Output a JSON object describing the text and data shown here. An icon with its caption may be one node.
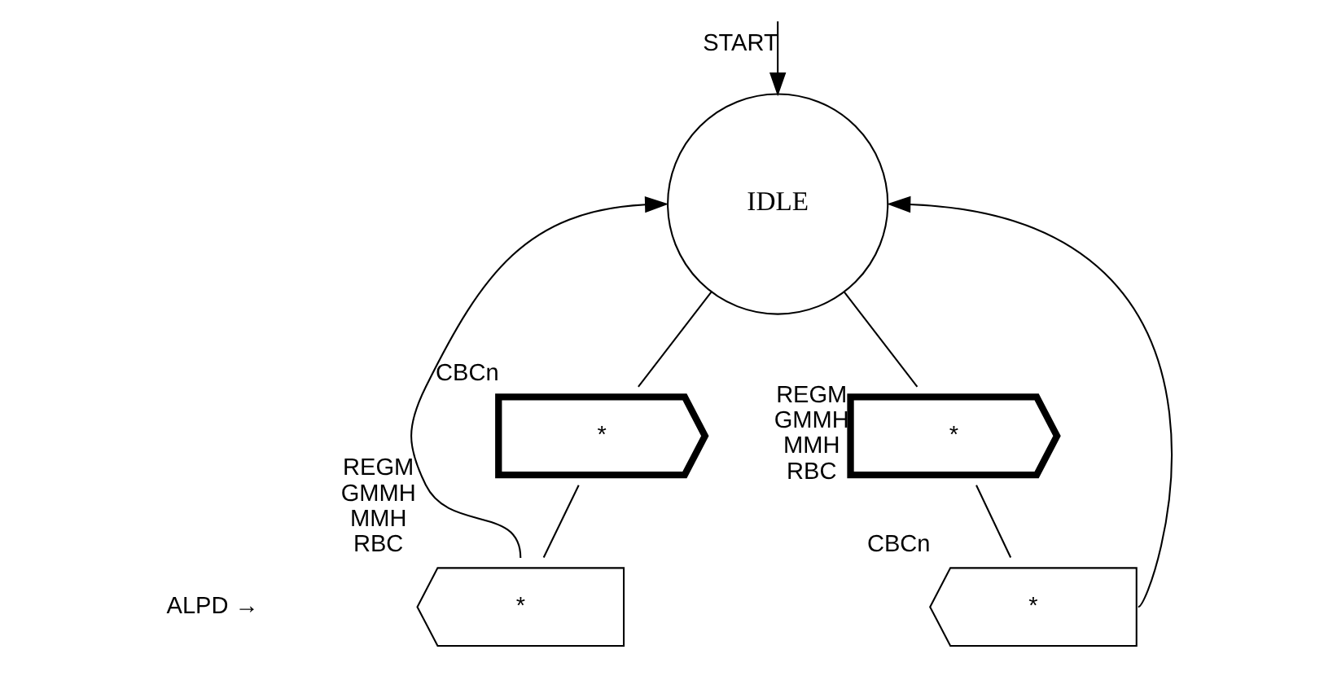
{
  "diagram": {
    "nodes": [
      {
        "text": [
          "IDLE"
        ]
      },
      {
        "text": [
          "*"
        ],
        "beside": [
          "REGM",
          "GMMH",
          "MMH",
          "RBC"
        ]
      },
      {
        "text": [
          "*"
        ],
        "beside": [
          "CBCn"
        ]
      },
      {
        "text": [
          "*"
        ],
        "beside": [
          "REGM",
          "GMMH",
          "MMH",
          "RBC"
        ]
      },
      {
        "text": [
          "*"
        ],
        "beside": [
          "CBCn"
        ]
      }
    ],
    "edges": [
      {
        "from": null,
        "to": 0,
        "arrow": "to",
        "label": "START"
      },
      {
        "from": 0,
        "to": 2,
        "arrow": "none"
      },
      {
        "from": 2,
        "to": 1,
        "arrow": "none"
      },
      {
        "from": 1,
        "to": 0,
        "arrow": "to"
      },
      {
        "from": 0,
        "to": 3,
        "arrow": "none"
      },
      {
        "from": 3,
        "to": 4,
        "arrow": "none"
      },
      {
        "from": 4,
        "to": 0,
        "arrow": "to"
      }
    ],
    "labels": [
      "ALPD →"
    ]
  }
}
